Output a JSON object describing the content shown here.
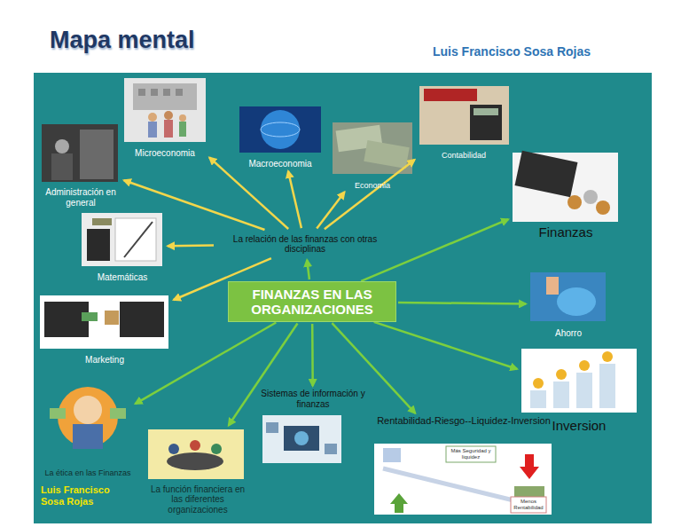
{
  "diagram": {
    "title": "Mapa mental",
    "nodes": [
      {
        "text": [
          "FINANZAS EN LAS ORGANIZACIONES"
        ]
      },
      {
        "text": [
          "La relación de las finanzas con otras disciplinas"
        ]
      },
      {
        "text": [
          "Microeconomia"
        ]
      },
      {
        "text": [
          "Macroeconomia"
        ]
      },
      {
        "text": [
          "Economia"
        ]
      },
      {
        "text": [
          "Contabilidad"
        ]
      },
      {
        "text": [
          "Administración en general"
        ]
      },
      {
        "text": [
          "Matemáticas"
        ]
      },
      {
        "text": [
          "Marketing"
        ]
      },
      {
        "text": [
          "Finanzas"
        ]
      },
      {
        "text": [
          "Ahorro"
        ]
      },
      {
        "text": [
          "Inversion"
        ]
      },
      {
        "text": [
          "La ética en las Finanzas"
        ]
      },
      {
        "text": [
          "La función financiera en las diferentes organizaciones"
        ]
      },
      {
        "text": [
          "Sistemas de información y finanzas"
        ]
      },
      {
        "text": [
          "Rentabilidad-Riesgo--Liquidez-Inversion"
        ]
      }
    ],
    "edges": [
      {
        "from": 0,
        "to": 1,
        "arrow": "to"
      },
      {
        "from": 1,
        "to": 2,
        "arrow": "to"
      },
      {
        "from": 1,
        "to": 3,
        "arrow": "to"
      },
      {
        "from": 1,
        "to": 4,
        "arrow": "to"
      },
      {
        "from": 1,
        "to": 5,
        "arrow": "to"
      },
      {
        "from": 1,
        "to": 6,
        "arrow": "to"
      },
      {
        "from": 1,
        "to": 7,
        "arrow": "to"
      },
      {
        "from": 1,
        "to": 8,
        "arrow": "to"
      },
      {
        "from": 0,
        "to": 9,
        "arrow": "to"
      },
      {
        "from": 0,
        "to": 10,
        "arrow": "to"
      },
      {
        "from": 0,
        "to": 11,
        "arrow": "to"
      },
      {
        "from": 0,
        "to": 12,
        "arrow": "to"
      },
      {
        "from": 0,
        "to": 13,
        "arrow": "to"
      },
      {
        "from": 0,
        "to": 14,
        "arrow": "to"
      },
      {
        "from": 0,
        "to": 15,
        "arrow": "to"
      }
    ],
    "labels": [
      "Luis Francisco Sosa Rojas",
      "Más Seguridad y liquidez",
      "Menos Rentabilidad",
      "Luis Francisco Sosa Rojas"
    ]
  }
}
